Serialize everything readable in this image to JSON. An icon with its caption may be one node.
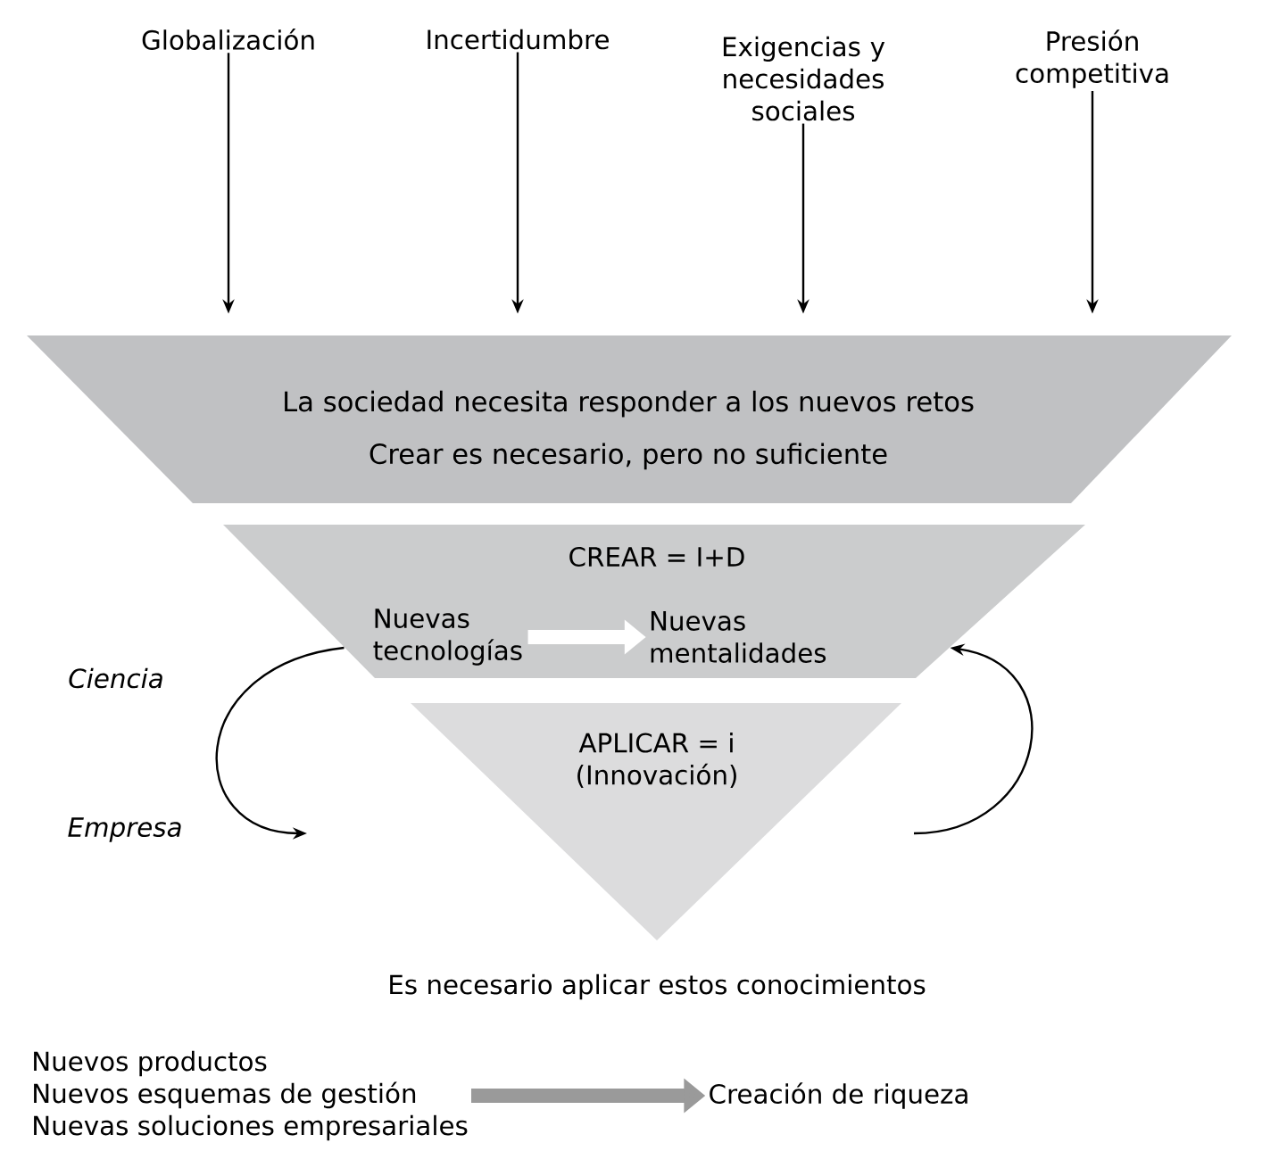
{
  "diagram": {
    "nodes": [
      {
        "text": [
          "Globalización"
        ]
      },
      {
        "text": [
          "Incertidumbre"
        ]
      },
      {
        "text": [
          "Exigencias y necesidades sociales"
        ]
      },
      {
        "text": [
          "Presión competitiva"
        ]
      },
      {
        "text": [
          "La sociedad necesita responder a los nuevos retos",
          "Crear es necesario, pero no suficiente"
        ]
      },
      {
        "text": [
          "CREAR = I+D"
        ]
      },
      {
        "text": [
          "Nuevas tecnologías"
        ],
        "in": 5
      },
      {
        "text": [
          "Nuevas mentalidades"
        ],
        "in": 5
      },
      {
        "text": [
          "APLICAR = i",
          "(Innovación)"
        ]
      },
      {
        "text": [
          "Nuevos productos",
          "Nuevos esquemas de gestión",
          "Nuevas soluciones empresariales"
        ]
      },
      {
        "text": [
          "Creación de riqueza"
        ]
      }
    ],
    "edges": [
      {
        "from": 0,
        "to": 4,
        "arrow": "to"
      },
      {
        "from": 1,
        "to": 4,
        "arrow": "to"
      },
      {
        "from": 2,
        "to": 4,
        "arrow": "to"
      },
      {
        "from": 3,
        "to": 4,
        "arrow": "to"
      },
      {
        "from": 6,
        "to": 7,
        "arrow": "to",
        "style": "thick",
        "color": "#ffffff"
      },
      {
        "from": 5,
        "to": null,
        "arrow": "to"
      },
      {
        "from": null,
        "to": 5,
        "arrow": "to"
      },
      {
        "from": 9,
        "to": 10,
        "arrow": "to",
        "style": "thick",
        "color": "#9a9a9a"
      }
    ],
    "labels": [
      "Ciencia",
      "Empresa",
      "Es necesario aplicar estos conocimientos"
    ]
  }
}
